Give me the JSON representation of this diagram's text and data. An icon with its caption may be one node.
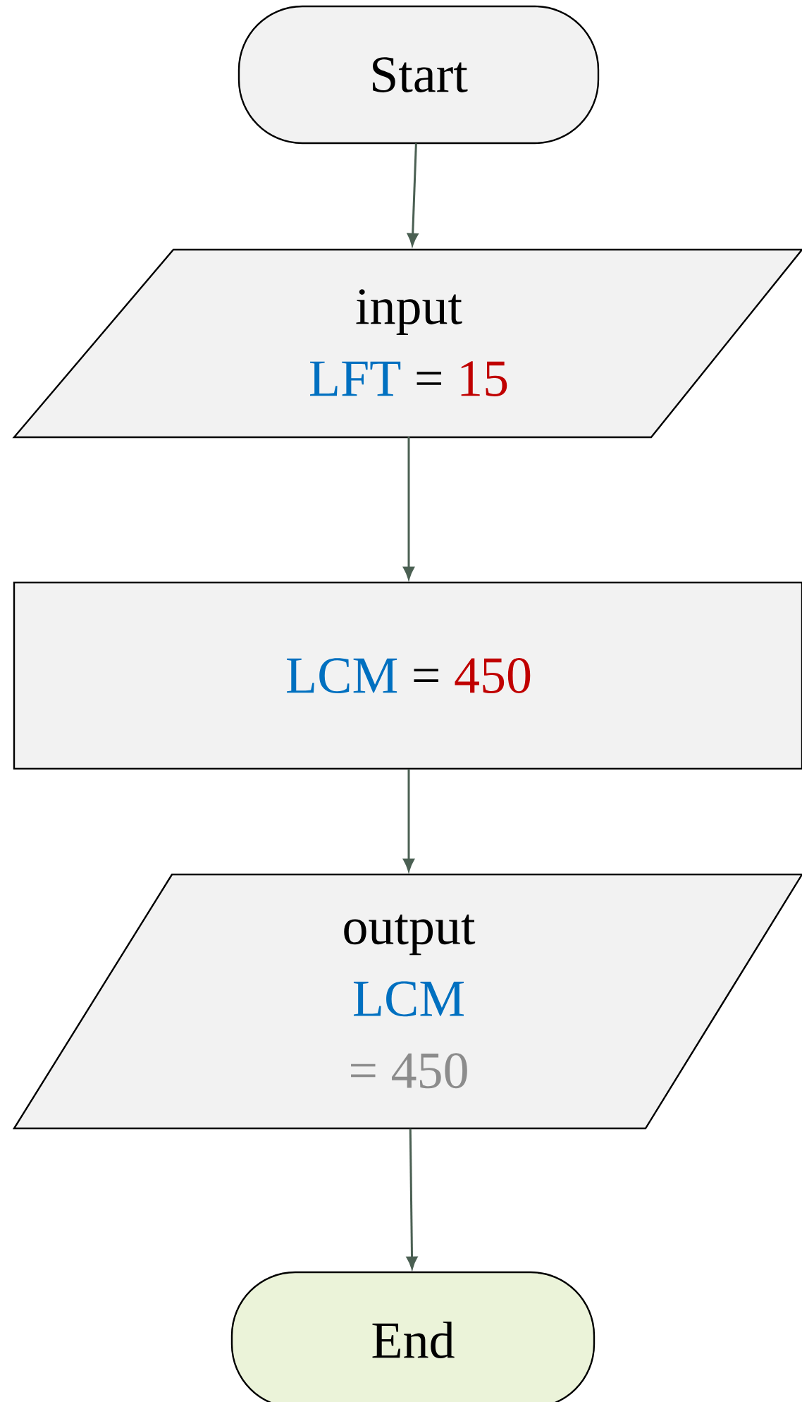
{
  "diagram": {
    "nodes": [
      {
        "text": [
          "Start"
        ]
      },
      {
        "text": [
          "input",
          "LFT",
          "=",
          "15"
        ]
      },
      {
        "text": [
          "LCM",
          "=",
          "450"
        ]
      },
      {
        "text": [
          "output",
          "LCM",
          "=",
          "450"
        ]
      },
      {
        "text": [
          "End"
        ]
      }
    ],
    "edges": [
      {
        "from": 0,
        "to": 1,
        "arrow": "to"
      },
      {
        "from": 1,
        "to": 2,
        "arrow": "to"
      },
      {
        "from": 2,
        "to": 3,
        "arrow": "to"
      },
      {
        "from": 3,
        "to": 4,
        "arrow": "to"
      }
    ]
  }
}
